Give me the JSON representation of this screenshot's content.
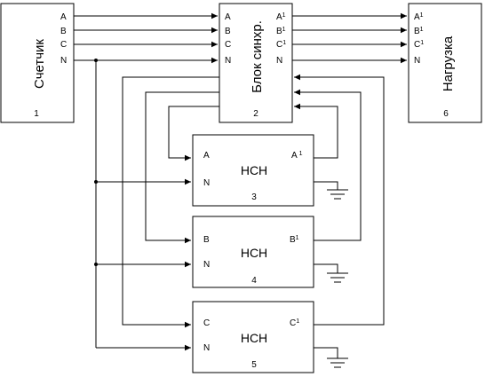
{
  "blocks": {
    "meter": {
      "title": "Счетчик",
      "number": "1",
      "terminals": [
        "A",
        "B",
        "C",
        "N"
      ]
    },
    "sync": {
      "title": "Блок синхр.",
      "number": "2",
      "inputs": [
        "A",
        "B",
        "C",
        "N"
      ],
      "outputs": [
        {
          "base": "A",
          "sup": "1"
        },
        {
          "base": "B",
          "sup": "1"
        },
        {
          "base": "C",
          "sup": "1"
        },
        {
          "base": "N",
          "sup": ""
        }
      ]
    },
    "load": {
      "title": "Нагрузка",
      "number": "6",
      "inputs": [
        {
          "base": "A",
          "sup": "1"
        },
        {
          "base": "B",
          "sup": "1"
        },
        {
          "base": "C",
          "sup": "1"
        },
        {
          "base": "N",
          "sup": ""
        }
      ]
    },
    "nsn": [
      {
        "title": "НСН",
        "number": "3",
        "in_label": "A",
        "n_label": "N",
        "out_base": "A",
        "out_sup": "1"
      },
      {
        "title": "НСН",
        "number": "4",
        "in_label": "B",
        "n_label": "N",
        "out_base": "B",
        "out_sup": "1"
      },
      {
        "title": "НСН",
        "number": "5",
        "in_label": "C",
        "n_label": "N",
        "out_base": "C",
        "out_sup": "1"
      }
    ]
  }
}
